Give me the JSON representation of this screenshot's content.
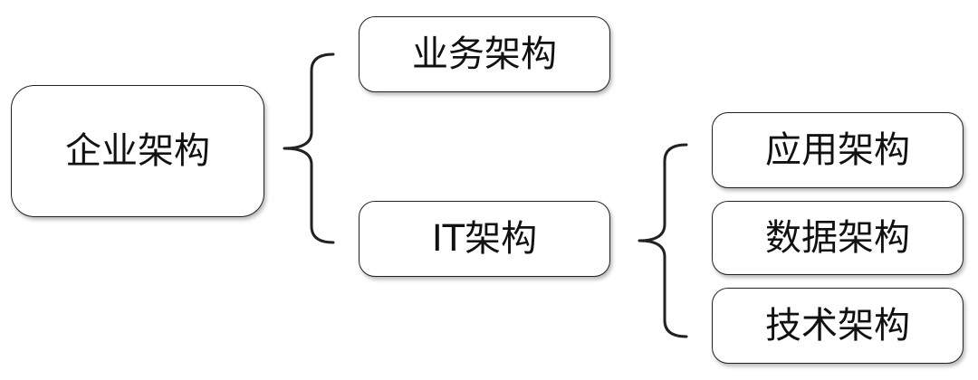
{
  "diagram": {
    "root": {
      "label": "企业架构"
    },
    "level1": [
      {
        "label": "业务架构"
      },
      {
        "label": "IT架构"
      }
    ],
    "level2": [
      {
        "label": "应用架构"
      },
      {
        "label": "数据架构"
      },
      {
        "label": "技术架构"
      }
    ],
    "relations": [
      {
        "from": "企业架构",
        "to": [
          "业务架构",
          "IT架构"
        ]
      },
      {
        "from": "IT架构",
        "to": [
          "应用架构",
          "数据架构",
          "技术架构"
        ]
      }
    ],
    "colors": {
      "border": "#222222",
      "text": "#111111",
      "background": "#ffffff"
    }
  }
}
